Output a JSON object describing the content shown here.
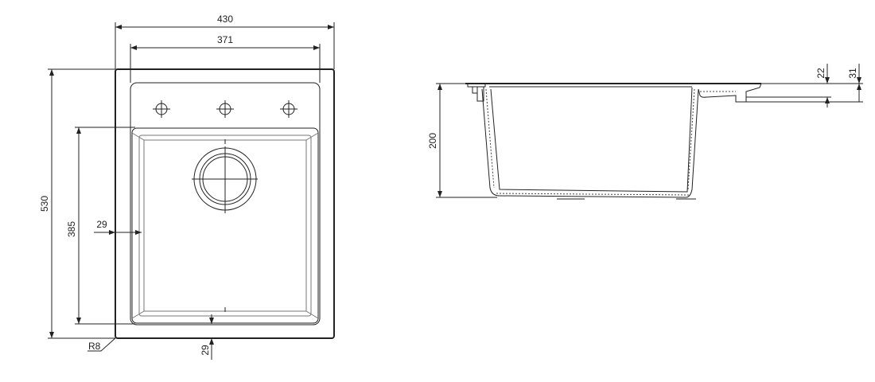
{
  "top_view": {
    "overall_width": "430",
    "deck_width": "371",
    "overall_length": "530",
    "bowl_length": "385",
    "side_margin": "29",
    "front_margin": "29",
    "corner_radius": "R8",
    "tap_holes": 3
  },
  "side_view": {
    "depth": "200",
    "rim_offset_1": "22",
    "rim_offset_2": "31"
  },
  "colors": {
    "line": "#222222",
    "background": "#ffffff"
  }
}
